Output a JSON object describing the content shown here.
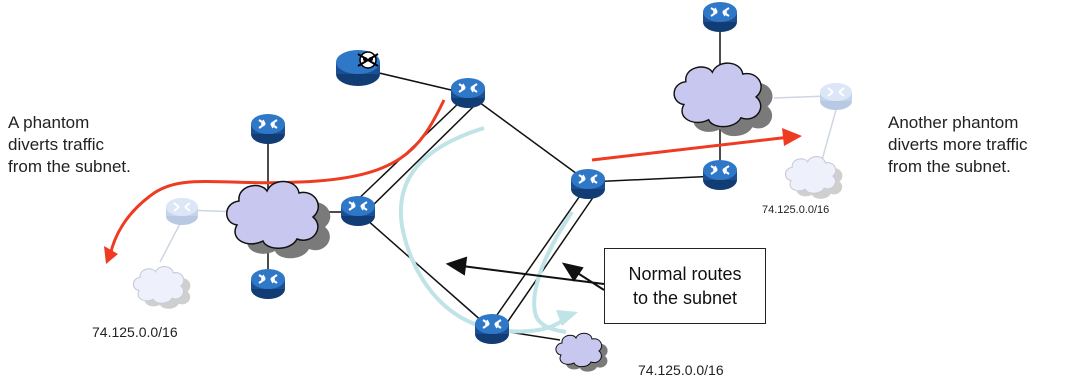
{
  "labels": {
    "left_phantom": [
      "A phantom",
      "diverts traffic",
      "from the subnet."
    ],
    "right_phantom": [
      "Another phantom",
      "diverts more traffic",
      "from the subnet."
    ],
    "callout": [
      "Normal routes",
      "to the subnet"
    ]
  },
  "prefixes": {
    "bottom_left": "74.125.0.0/16",
    "bottom_center": "74.125.0.0/16",
    "top_right": "74.125.0.0/16"
  },
  "icons": {
    "router": "router-icon",
    "phantom_router": "phantom-router-icon",
    "attacker": "skull-router-icon",
    "cloud": "cloud-icon"
  },
  "colors": {
    "router_blue": "#1f5fae",
    "phantom_router": "#c9d9ef",
    "cloud_fill": "#c7c7ef",
    "cloud_shadow": "#7a7a7a",
    "attack_path": "#ee3b22",
    "normal_path": "#bfe3e6",
    "link": "#111111"
  }
}
